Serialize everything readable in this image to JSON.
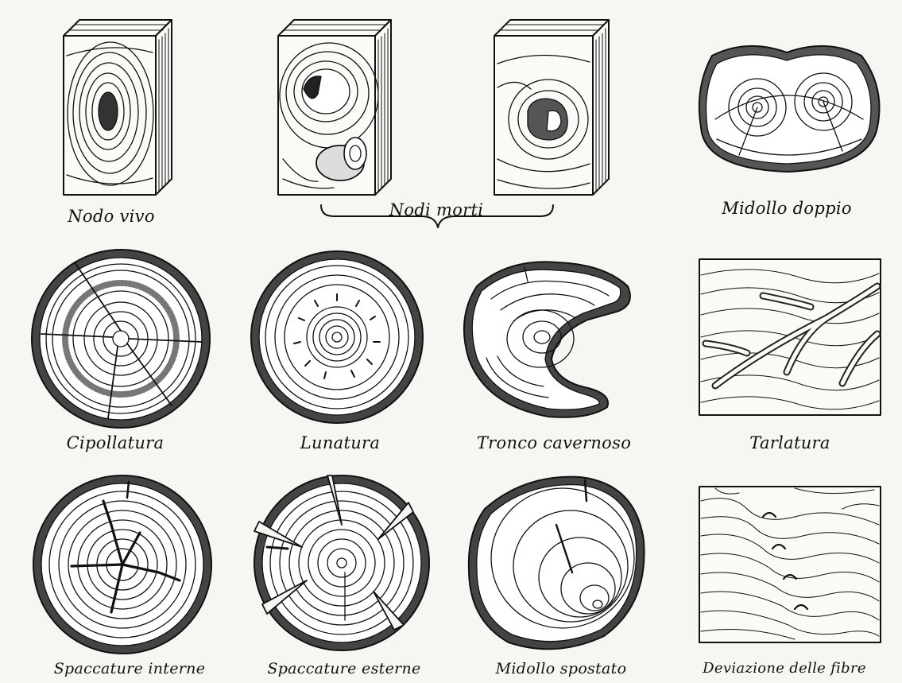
{
  "captions": {
    "nodo_vivo": "Nodo vivo",
    "nodi_morti": "Nodi morti",
    "midollo_doppio": "Midollo doppio",
    "cipollatura": "Cipollatura",
    "lunatura": "Lunatura",
    "tronco_cavernoso": "Tronco cavernoso",
    "tarlatura": "Tarlatura",
    "spaccature_interne": "Spaccature interne",
    "spaccature_esterne": "Spaccature esterne",
    "midollo_spostato": "Midollo spostato",
    "deviazione_fibre": "Deviazione delle fibre"
  },
  "colors": {
    "ink": "#111111",
    "paper": "#f7f6f2"
  }
}
